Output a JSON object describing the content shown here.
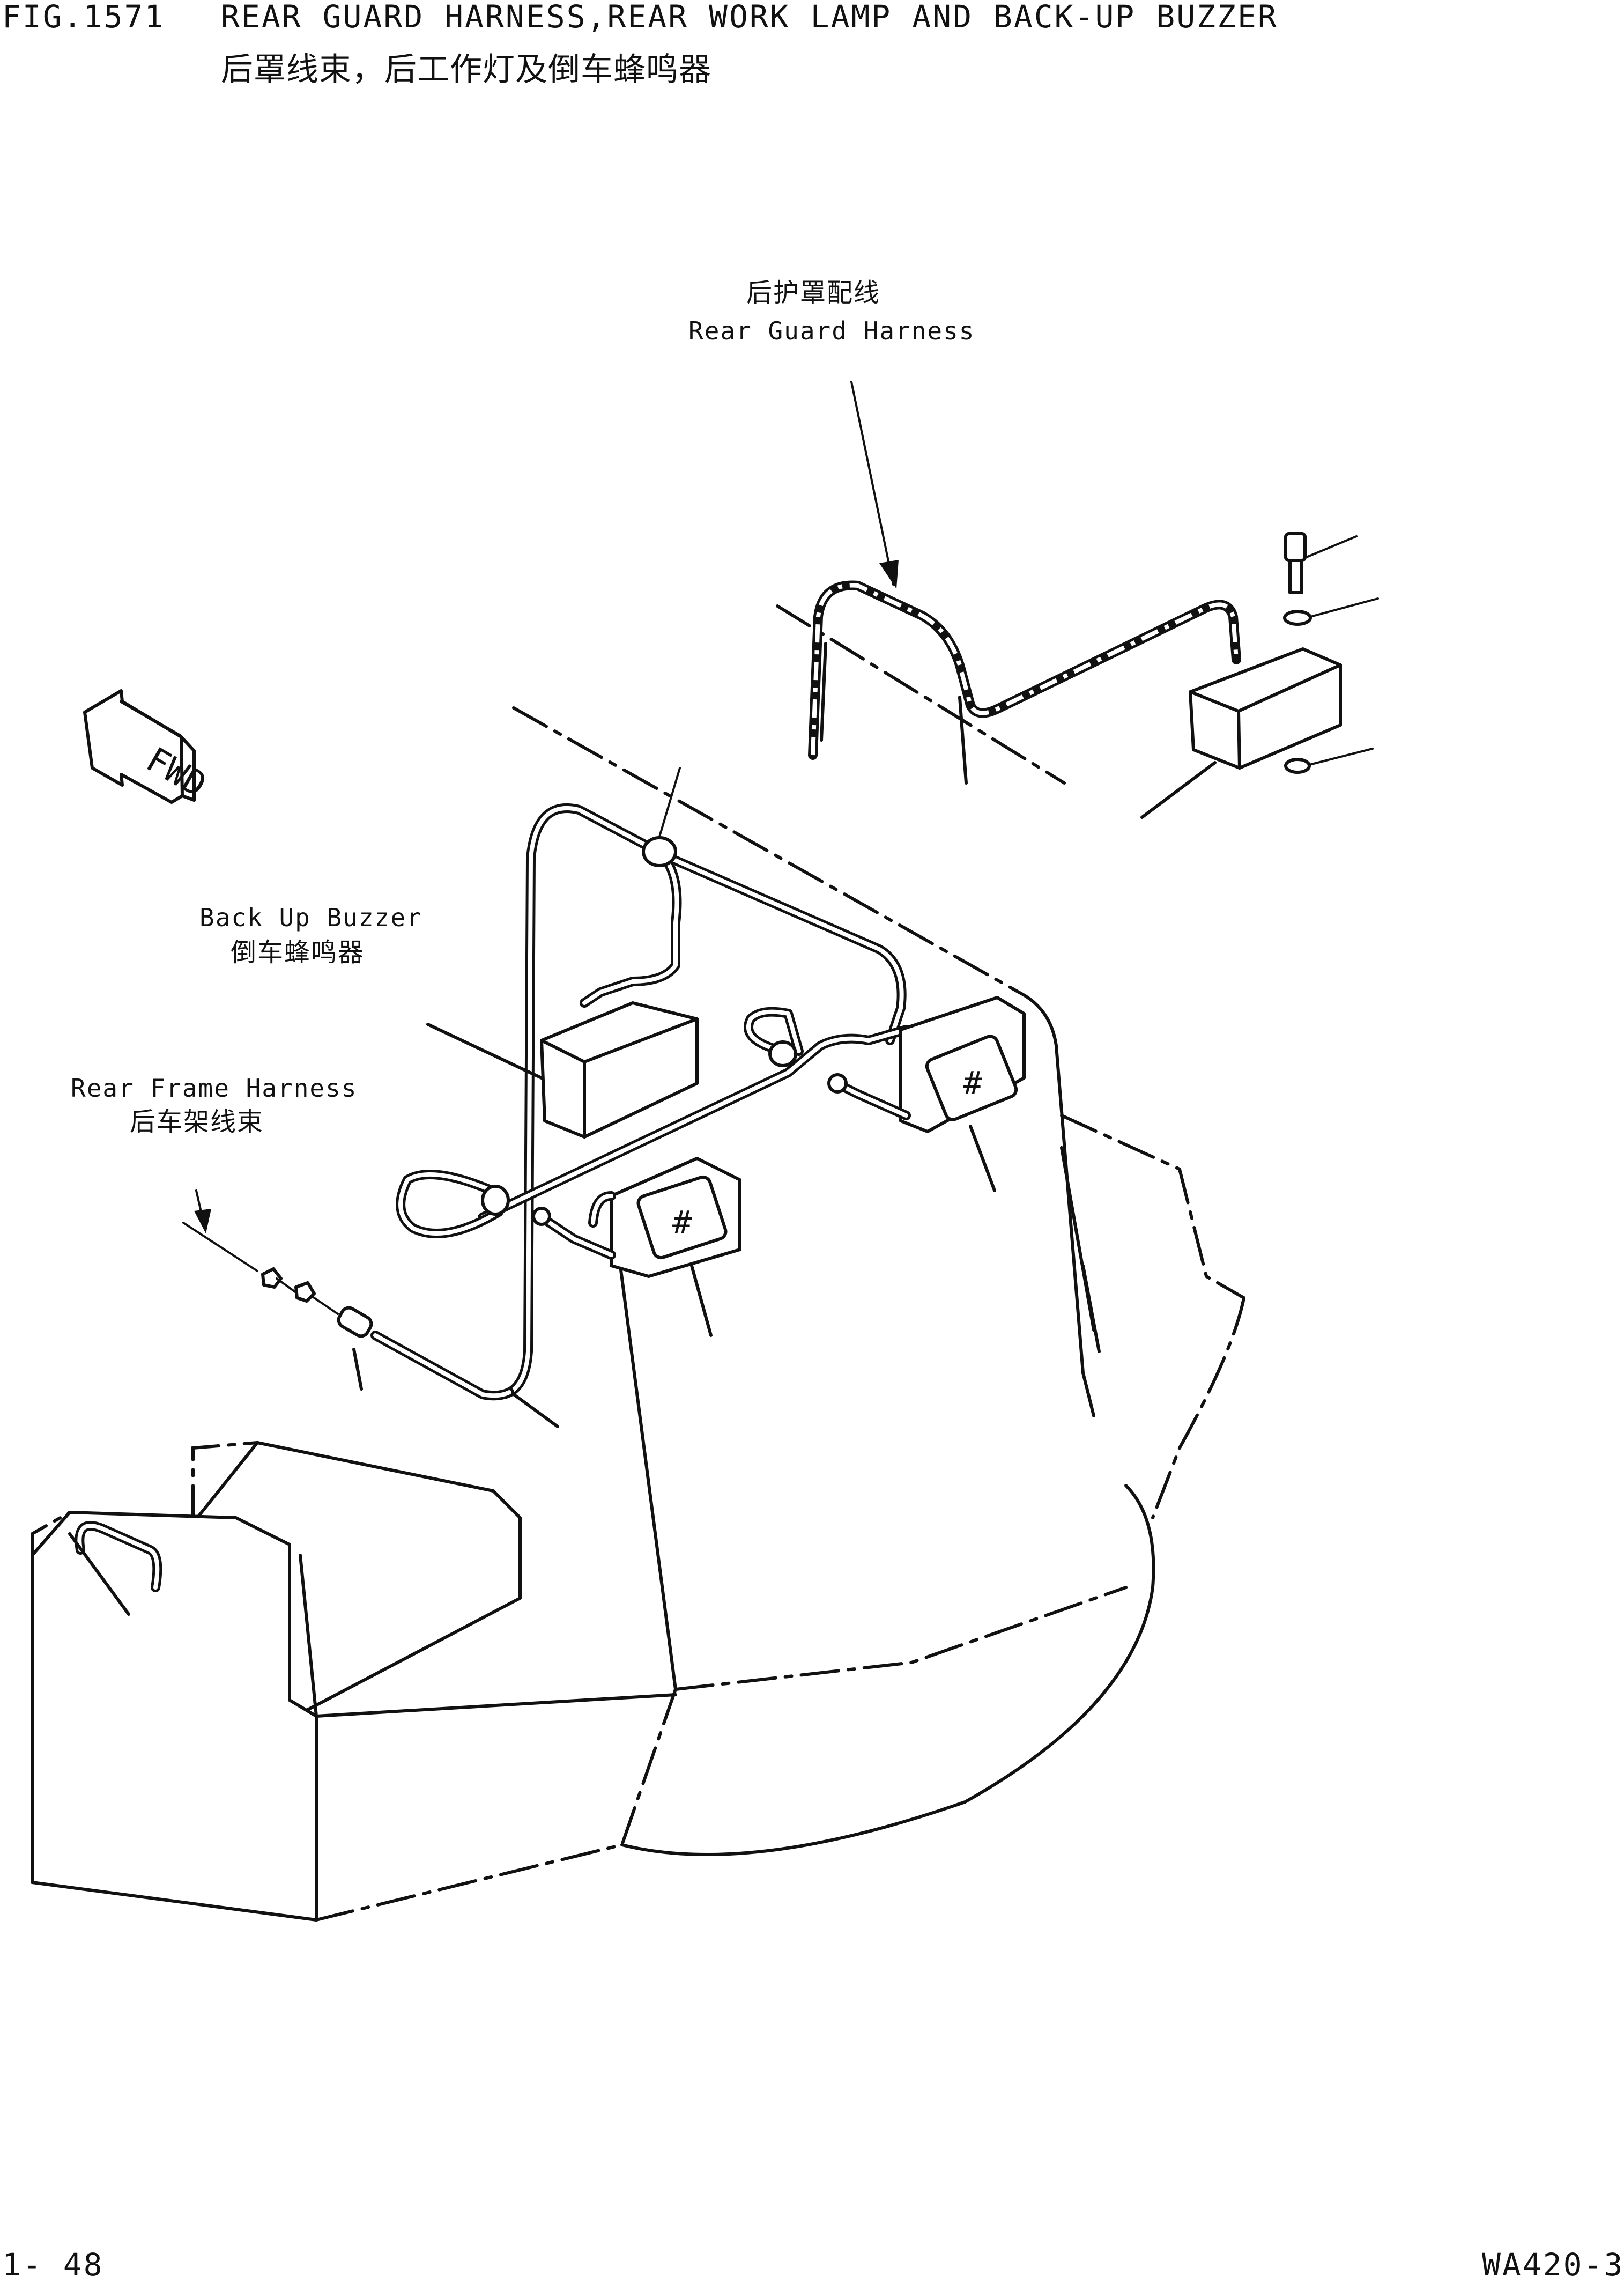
{
  "header": {
    "fig_number": "FIG.1571",
    "title_en": "REAR GUARD HARNESS,REAR WORK LAMP AND BACK-UP BUZZER",
    "title_cn": "后罩线束，后工作灯及倒车蜂鸣器"
  },
  "labels": {
    "rear_guard_cn": "后护罩配线",
    "rear_guard_en": "Rear Guard Harness",
    "back_up_en": "Back Up Buzzer",
    "back_up_cn": "倒车蜂鸣器",
    "rear_frame_en": "Rear Frame Harness",
    "rear_frame_cn": "后车架线束",
    "fwd_badge": "FWD"
  },
  "footer": {
    "page": "1- 48",
    "model": "WA420-3"
  }
}
